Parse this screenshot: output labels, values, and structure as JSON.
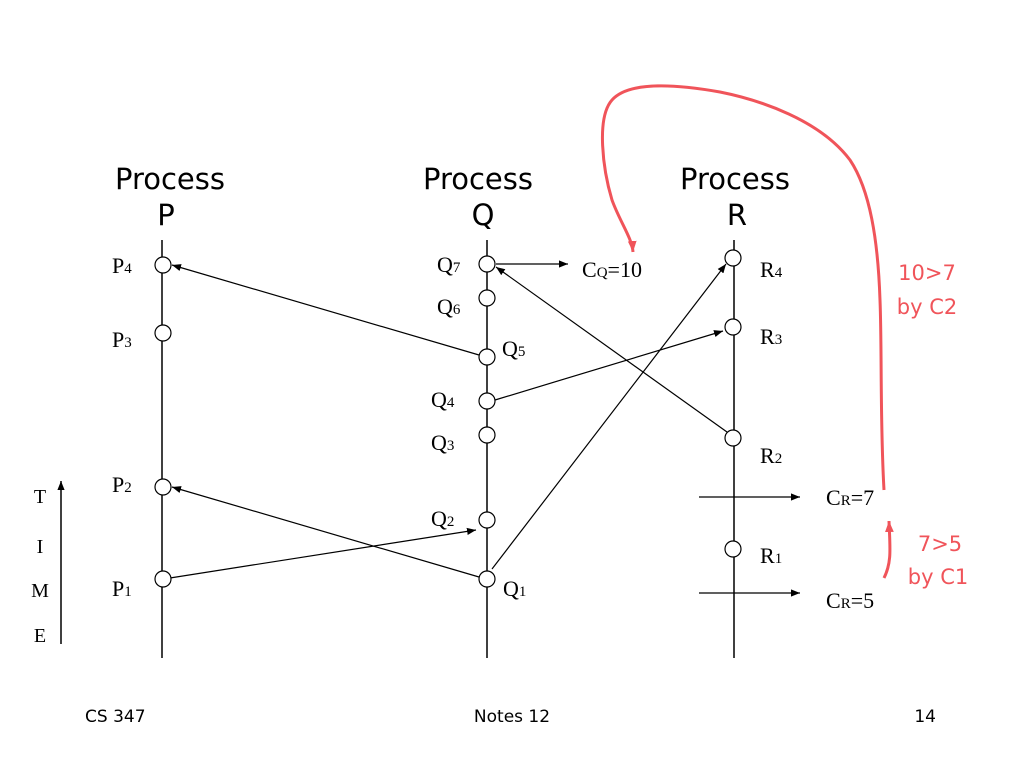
{
  "processes": [
    {
      "line1": "Process",
      "line2": "P"
    },
    {
      "line1": "Process",
      "line2": "Q"
    },
    {
      "line1": "Process",
      "line2": "R"
    }
  ],
  "events": {
    "P4": {
      "base": "P",
      "sub": "4"
    },
    "P3": {
      "base": "P",
      "sub": "3"
    },
    "P2": {
      "base": "P",
      "sub": "2"
    },
    "P1": {
      "base": "P",
      "sub": "1"
    },
    "Q7": {
      "base": "Q",
      "sub": "7"
    },
    "Q6": {
      "base": "Q",
      "sub": "6"
    },
    "Q5": {
      "base": "Q",
      "sub": "5"
    },
    "Q4": {
      "base": "Q",
      "sub": "4"
    },
    "Q3": {
      "base": "Q",
      "sub": "3"
    },
    "Q2": {
      "base": "Q",
      "sub": "2"
    },
    "Q1": {
      "base": "Q",
      "sub": "1"
    },
    "R4": {
      "base": "R",
      "sub": "4"
    },
    "R3": {
      "base": "R",
      "sub": "3"
    },
    "R2": {
      "base": "R",
      "sub": "2"
    },
    "R1": {
      "base": "R",
      "sub": "1"
    }
  },
  "clocks": {
    "cq": {
      "c": "C",
      "sub": "Q",
      "eq": "=10"
    },
    "cr7": {
      "c": "C",
      "sub": "R",
      "eq": "=7"
    },
    "cr5": {
      "c": "C",
      "sub": "R",
      "eq": "=5"
    }
  },
  "annotations": {
    "upper": {
      "line1": "10>7",
      "line2": "by C2"
    },
    "lower": {
      "line1": "7>5",
      "line2": "by C1"
    },
    "color": "#f0545a"
  },
  "time_letters": [
    "T",
    "I",
    "M",
    "E"
  ],
  "footer": {
    "left": "CS 347",
    "center": "Notes 12",
    "right": "14"
  }
}
